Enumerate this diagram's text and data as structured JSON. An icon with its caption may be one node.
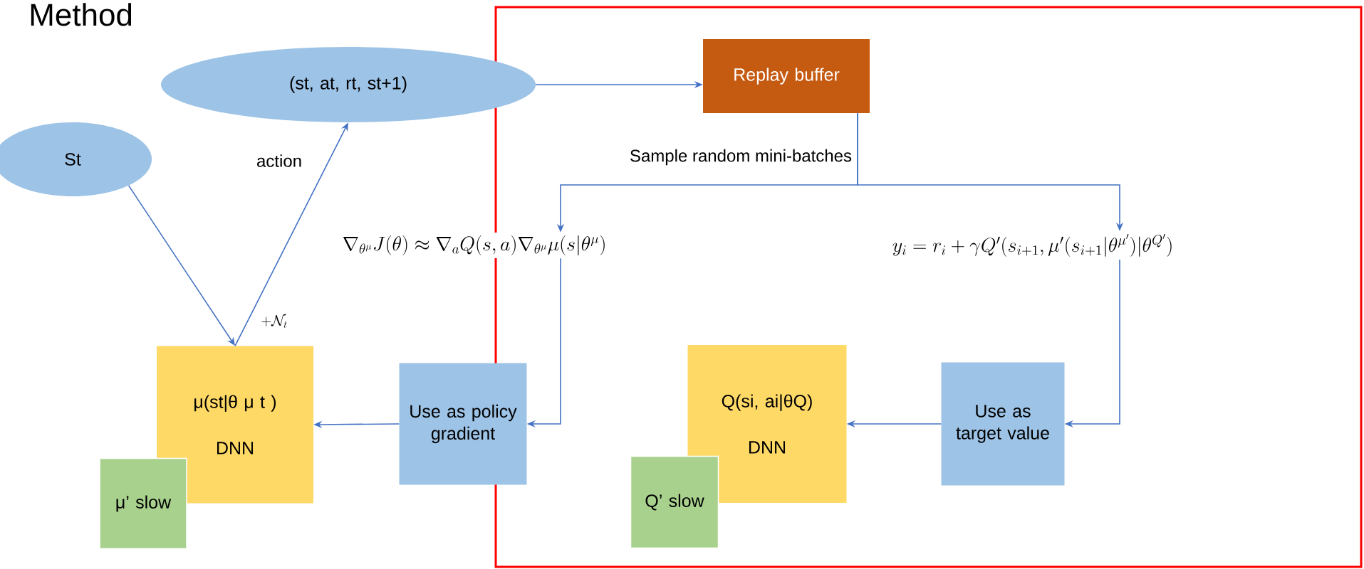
{
  "diagram": {
    "title": "Method",
    "nodes": [
      {
        "text": [
          "(st, at, rt, st+1)"
        ]
      },
      {
        "text": [
          "Replay buffer"
        ]
      },
      {
        "text": [
          "St"
        ]
      },
      {
        "text": [
          "\\nabla_{\\theta^\\mu} J(\\theta) \\approx \\nabla_a Q(s,a) \\nabla_{\\theta^\\mu} \\mu(s|\\theta^\\mu)"
        ]
      },
      {
        "text": [
          "y_i = r_i + \\gamma Q'(s_{i+1}, \\mu'(s_{i+1}|\\theta^{\\mu'})|\\theta^{Q'})"
        ]
      },
      {
        "text": [
          "μ(st|θ μ t )",
          "DNN"
        ]
      },
      {
        "text": [
          "μ’ slow"
        ]
      },
      {
        "text": [
          "Use as policy gradient"
        ]
      },
      {
        "text": [
          "Q(si, ai|θQ)",
          "DNN"
        ]
      },
      {
        "text": [
          "Q’ slow"
        ]
      },
      {
        "text": [
          "Use as target value"
        ]
      }
    ],
    "edges": [
      {
        "from": 2,
        "to": 5,
        "arrow": "to"
      },
      {
        "from": 5,
        "to": 0,
        "arrow": "to",
        "label": "action"
      },
      {
        "from": 0,
        "to": 1,
        "arrow": "to"
      },
      {
        "from": 1,
        "to": 3,
        "arrow": "to",
        "label": "Sample random mini-batches"
      },
      {
        "from": 1,
        "to": 4,
        "arrow": "to"
      },
      {
        "from": 3,
        "to": 7,
        "arrow": "to"
      },
      {
        "from": 4,
        "to": 10,
        "arrow": "to"
      },
      {
        "from": 7,
        "to": 5,
        "arrow": "to"
      },
      {
        "from": 10,
        "to": 8,
        "arrow": "to"
      }
    ],
    "labels": [
      "+\\mathcal{N}_t"
    ]
  }
}
